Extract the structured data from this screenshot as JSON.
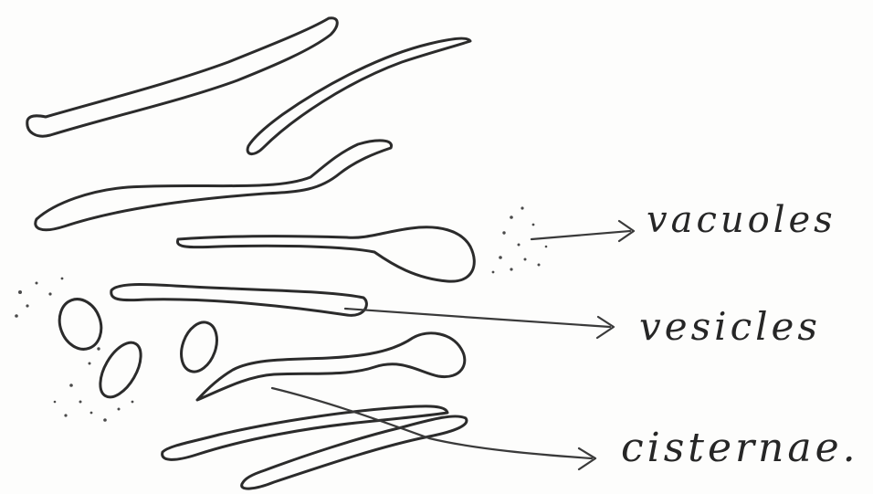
{
  "diagram": {
    "labels": {
      "vacuoles": "vacuoles",
      "vesicles": "vesicles",
      "cisternae": "cisternae."
    }
  }
}
